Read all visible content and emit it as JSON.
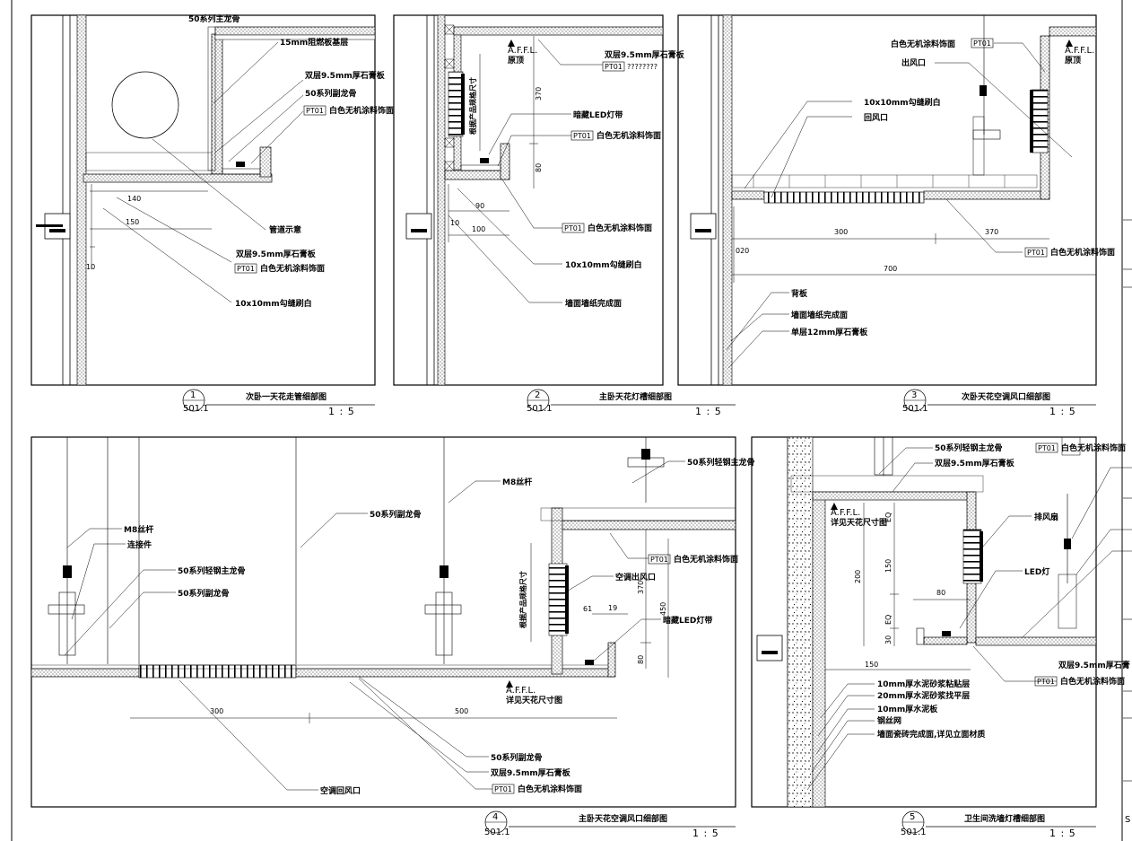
{
  "sheet": {
    "sheet_ref": "501.1",
    "edge_letter": "S"
  },
  "common": {
    "pt01": "PT01",
    "paint": "白色无机涂料饰面",
    "affl": "A.F.F.L.",
    "scale": "1 : 5"
  },
  "panel1": {
    "number": "1",
    "title": "次卧一天花走管细部图",
    "labels": {
      "main_keel": "50系列主龙骨",
      "fire_board": "15mm阻燃板基层",
      "double_gypsum": "双层9.5mm厚石膏板",
      "sub_keel": "50系列副龙骨",
      "pipe": "管道示意",
      "double_gypsum2": "双层9.5mm厚石膏板",
      "groove": "10x10mm勾缝刷白"
    },
    "dims": {
      "d140": "140",
      "d150": "150",
      "d10": "10"
    }
  },
  "panel2": {
    "number": "2",
    "title": "主卧天花灯槽细部图",
    "labels": {
      "double_gypsum": "双层9.5mm厚石膏板",
      "question": "????????",
      "ceiling": "原顶",
      "led": "暗藏LED灯带",
      "groove": "10x10mm勾缝刷白",
      "wallpaper": "墙面墙纸完成面",
      "vertical_note": "根据产品规格尺寸"
    },
    "dims": {
      "d370": "370",
      "d80": "80",
      "d90": "90",
      "d100": "100",
      "d10": "10"
    }
  },
  "panel3": {
    "number": "3",
    "title": "次卧天花空调风口细部图",
    "labels": {
      "outlet": "出风口",
      "ceiling": "原顶",
      "groove": "10x10mm勾缝刷白",
      "return": "回风口",
      "bead": "背板",
      "wallpaper": "墙面墙纸完成面",
      "single_gypsum": "单层12mm厚石膏板"
    },
    "dims": {
      "d300": "300",
      "d370": "370",
      "d020": "020",
      "d700": "700"
    }
  },
  "panel4": {
    "number": "4",
    "title": "主卧天花空调风口细部图",
    "labels": {
      "steel_keel": "50系列轻钢主龙骨",
      "m8": "M8丝杆",
      "sub_keel": "50系列副龙骨",
      "m8_left": "M8丝杆",
      "connector": "连接件",
      "steel_keel2": "50系列轻钢主龙骨",
      "sub_keel2": "50系列副龙骨",
      "ac_outlet": "空调出风口",
      "led": "暗藏LED灯带",
      "see_ceiling": "详见天花尺寸图",
      "sub_keel3": "50系列副龙骨",
      "double_gypsum": "双层9.5mm厚石膏板",
      "ac_return": "空调回风口",
      "vertical_note": "根据产品规格尺寸"
    },
    "dims": {
      "d370": "370",
      "d450": "450",
      "d61": "61",
      "d19": "19",
      "d80": "80",
      "d300": "300",
      "d500": "500"
    }
  },
  "panel5": {
    "number": "5",
    "title": "卫生间洗墙灯槽细部图",
    "labels": {
      "steel_keel": "50系列轻钢主龙骨",
      "double_gypsum": "双层9.5mm厚石膏板",
      "see_ceiling": "详见天花尺寸图",
      "fan": "排风扇",
      "led": "LED灯",
      "double_gypsum_right": "双层9.5mm厚石膏",
      "mortar10": "10mm厚水泥砂浆粘贴层",
      "mortar20": "20mm厚水泥砂浆找平层",
      "cement_board": "10mm厚水泥板",
      "mesh": "钢丝网",
      "tile": "墙面瓷砖完成面,详见立面材质"
    },
    "dims": {
      "d200": "200",
      "d150": "150",
      "eq1": "EQ",
      "d80": "80",
      "eq2": "EQ",
      "d30": "30",
      "d150b": "150"
    }
  }
}
